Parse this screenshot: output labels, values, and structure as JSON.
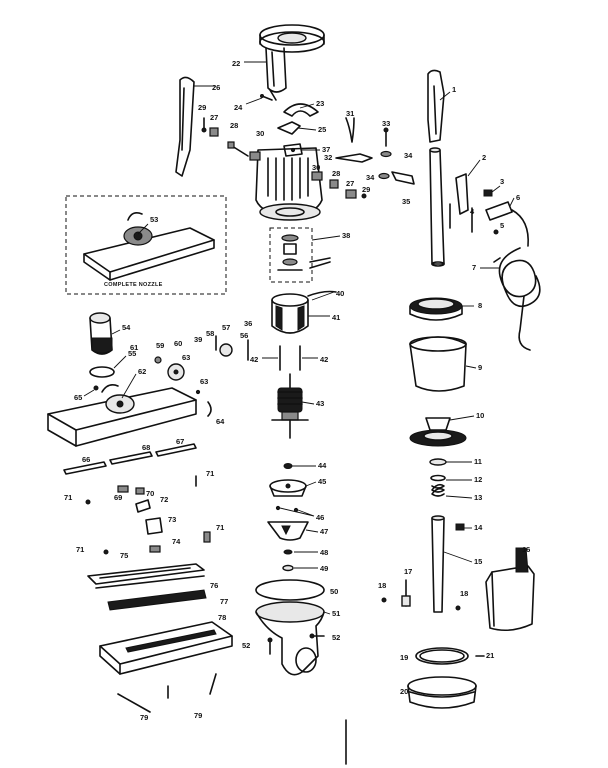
{
  "diagram": {
    "inset_caption": "COMPLETE NOZZLE",
    "labels": [
      {
        "id": "p1",
        "text": "1"
      },
      {
        "id": "p2",
        "text": "2"
      },
      {
        "id": "p3",
        "text": "3"
      },
      {
        "id": "p4",
        "text": "4"
      },
      {
        "id": "p5",
        "text": "5"
      },
      {
        "id": "p6",
        "text": "6"
      },
      {
        "id": "p7",
        "text": "7"
      },
      {
        "id": "p8",
        "text": "8"
      },
      {
        "id": "p9",
        "text": "9"
      },
      {
        "id": "p10",
        "text": "10"
      },
      {
        "id": "p11",
        "text": "11"
      },
      {
        "id": "p12",
        "text": "12"
      },
      {
        "id": "p13",
        "text": "13"
      },
      {
        "id": "p14",
        "text": "14"
      },
      {
        "id": "p15",
        "text": "15"
      },
      {
        "id": "p16",
        "text": "16"
      },
      {
        "id": "p17",
        "text": "17"
      },
      {
        "id": "p18a",
        "text": "18"
      },
      {
        "id": "p18b",
        "text": "18"
      },
      {
        "id": "p19",
        "text": "19"
      },
      {
        "id": "p20",
        "text": "20"
      },
      {
        "id": "p21",
        "text": "21"
      },
      {
        "id": "p22",
        "text": "22"
      },
      {
        "id": "p23",
        "text": "23"
      },
      {
        "id": "p24",
        "text": "24"
      },
      {
        "id": "p25",
        "text": "25"
      },
      {
        "id": "p26",
        "text": "26"
      },
      {
        "id": "p27a",
        "text": "27"
      },
      {
        "id": "p27b",
        "text": "27"
      },
      {
        "id": "p28a",
        "text": "28"
      },
      {
        "id": "p28b",
        "text": "28"
      },
      {
        "id": "p29a",
        "text": "29"
      },
      {
        "id": "p29b",
        "text": "29"
      },
      {
        "id": "p30a",
        "text": "30"
      },
      {
        "id": "p30b",
        "text": "30"
      },
      {
        "id": "p31",
        "text": "31"
      },
      {
        "id": "p32",
        "text": "32"
      },
      {
        "id": "p33",
        "text": "33"
      },
      {
        "id": "p34a",
        "text": "34"
      },
      {
        "id": "p34b",
        "text": "34"
      },
      {
        "id": "p35",
        "text": "35"
      },
      {
        "id": "p36",
        "text": "36"
      },
      {
        "id": "p37",
        "text": "37"
      },
      {
        "id": "p38",
        "text": "38"
      },
      {
        "id": "p39",
        "text": "39"
      },
      {
        "id": "p40",
        "text": "40"
      },
      {
        "id": "p41",
        "text": "41"
      },
      {
        "id": "p42a",
        "text": "42"
      },
      {
        "id": "p42b",
        "text": "42"
      },
      {
        "id": "p43",
        "text": "43"
      },
      {
        "id": "p44",
        "text": "44"
      },
      {
        "id": "p45",
        "text": "45"
      },
      {
        "id": "p46",
        "text": "46"
      },
      {
        "id": "p47",
        "text": "47"
      },
      {
        "id": "p48",
        "text": "48"
      },
      {
        "id": "p49",
        "text": "49"
      },
      {
        "id": "p50",
        "text": "50"
      },
      {
        "id": "p51",
        "text": "51"
      },
      {
        "id": "p52a",
        "text": "52"
      },
      {
        "id": "p52b",
        "text": "52"
      },
      {
        "id": "p53",
        "text": "53"
      },
      {
        "id": "p54",
        "text": "54"
      },
      {
        "id": "p55",
        "text": "55"
      },
      {
        "id": "p56",
        "text": "56"
      },
      {
        "id": "p57",
        "text": "57"
      },
      {
        "id": "p58",
        "text": "58"
      },
      {
        "id": "p59",
        "text": "59"
      },
      {
        "id": "p60",
        "text": "60"
      },
      {
        "id": "p61",
        "text": "61"
      },
      {
        "id": "p62",
        "text": "62"
      },
      {
        "id": "p63a",
        "text": "63"
      },
      {
        "id": "p63b",
        "text": "63"
      },
      {
        "id": "p64",
        "text": "64"
      },
      {
        "id": "p65",
        "text": "65"
      },
      {
        "id": "p66",
        "text": "66"
      },
      {
        "id": "p67",
        "text": "67"
      },
      {
        "id": "p68",
        "text": "68"
      },
      {
        "id": "p69",
        "text": "69"
      },
      {
        "id": "p70",
        "text": "70"
      },
      {
        "id": "p71a",
        "text": "71"
      },
      {
        "id": "p71b",
        "text": "71"
      },
      {
        "id": "p71c",
        "text": "71"
      },
      {
        "id": "p71d",
        "text": "71"
      },
      {
        "id": "p72",
        "text": "72"
      },
      {
        "id": "p73",
        "text": "73"
      },
      {
        "id": "p74",
        "text": "74"
      },
      {
        "id": "p75",
        "text": "75"
      },
      {
        "id": "p76",
        "text": "76"
      },
      {
        "id": "p77",
        "text": "77"
      },
      {
        "id": "p78",
        "text": "78"
      },
      {
        "id": "p79a",
        "text": "79"
      },
      {
        "id": "p79b",
        "text": "79"
      }
    ]
  }
}
